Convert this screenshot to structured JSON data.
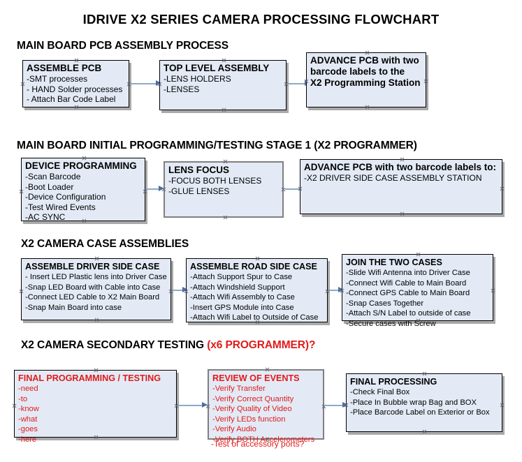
{
  "document": {
    "title": "IDRIVE X2  SERIES CAMERA PROCESSING FLOWCHART"
  },
  "colors": {
    "box_fill": "#e3eaf5",
    "box_border_black": "#000000",
    "box_border_gray": "#7f7f7f",
    "arrow_line": "#8ca9c8",
    "arrow_head": "#4a6fa8",
    "accent_red": "#e01b1b",
    "text_black": "#000000"
  },
  "sections": [
    {
      "id": "main-board-pcb-assembly",
      "heading": "MAIN BOARD PCB ASSEMBLY PROCESS",
      "heading_accent": "",
      "nodes": [
        {
          "id": "assemble-pcb",
          "title": "ASSEMBLE PCB",
          "lines": [
            "-SMT processes",
            "- HAND Solder processes",
            "- Attach Bar Code Label"
          ]
        },
        {
          "id": "top-level-assembly",
          "title": "TOP LEVEL ASSEMBLY",
          "lines": [
            "-LENS HOLDERS",
            "-LENSES"
          ]
        },
        {
          "id": "advance-pcb-to-x2-programming-station",
          "title": "ADVANCE PCB with two",
          "lines": [
            "barcode labels to the",
            " X2 Programming Station"
          ]
        }
      ]
    },
    {
      "id": "main-board-initial-programming",
      "heading": "MAIN BOARD INITIAL PROGRAMMING/TESTING STAGE 1 (X2 PROGRAMMER)",
      "heading_accent": "",
      "nodes": [
        {
          "id": "device-programming",
          "title": "DEVICE PROGRAMMING",
          "lines": [
            "-Scan Barcode",
            "-Boot Loader",
            "-Device Configuration",
            "-Test Wired Events",
            "-AC SYNC"
          ]
        },
        {
          "id": "lens-focus",
          "title": "LENS FOCUS",
          "lines": [
            "-FOCUS BOTH LENSES",
            "-GLUE LENSES"
          ]
        },
        {
          "id": "advance-pcb-to-driver-side-case-station",
          "title": "ADVANCE PCB with two barcode labels to:",
          "lines": [
            "-X2 DRIVER  SIDE  CASE  ASSEMBLY STATION"
          ]
        }
      ]
    },
    {
      "id": "x2-camera-case-assemblies",
      "heading": "X2 CAMERA CASE ASSEMBLIES",
      "heading_accent": "",
      "nodes": [
        {
          "id": "assemble-driver-side-case",
          "title": "ASSEMBLE DRIVER SIDE CASE",
          "lines": [
            "- Insert LED Plastic lens into Driver Case",
            "-Snap LED Board with Cable into Case",
            "-Connect LED Cable to X2 Main Board",
            "-Snap Main Board into case"
          ]
        },
        {
          "id": "assemble-road-side-case",
          "title": "ASSEMBLE ROAD SIDE CASE",
          "lines": [
            "-Attach Support Spur to Case",
            "-Attach Windshield Support",
            "-Attach Wifi Assembly to Case",
            "-Insert GPS Module into Case",
            "-Attach Wifi Label to Outside of Case"
          ]
        },
        {
          "id": "join-the-two-cases",
          "title": "JOIN THE TWO CASES",
          "lines": [
            "-Slide Wifi Antenna into Driver Case",
            "-Connect Wifi Cable to Main Board",
            "-Connect GPS Cable to Main Board",
            "-Snap Cases Together",
            "-Attach S/N Label to outside of case",
            "-Secure cases with Screw"
          ]
        }
      ]
    },
    {
      "id": "x2-camera-secondary-testing",
      "heading": "X2 CAMERA SECONDARY TESTING ",
      "heading_accent": "(x6 PROGRAMMER)?",
      "nodes": [
        {
          "id": "final-programming-testing",
          "title": "FINAL PROGRAMMING / TESTING",
          "lines": [
            "-need",
            "-to",
            "-know",
            "-what",
            "-goes",
            "-here"
          ]
        },
        {
          "id": "review-of-events",
          "title": "REVIEW OF EVENTS",
          "lines": [
            "-Verify Transfer",
            "-Verify Correct Quantity",
            "-Verify Quality of Video",
            "-Verify LEDs function",
            "-Verify Audio",
            "-Verify BOTH Accelerometers"
          ],
          "overflow_line": "-Test of accessory ports?"
        },
        {
          "id": "final-processing",
          "title": "FINAL PROCESSING",
          "lines": [
            " -Check Final Box",
            "-Place In Bubble wrap Bag and BOX",
            "-Place Barcode Label on Exterior or Box"
          ]
        }
      ]
    }
  ]
}
